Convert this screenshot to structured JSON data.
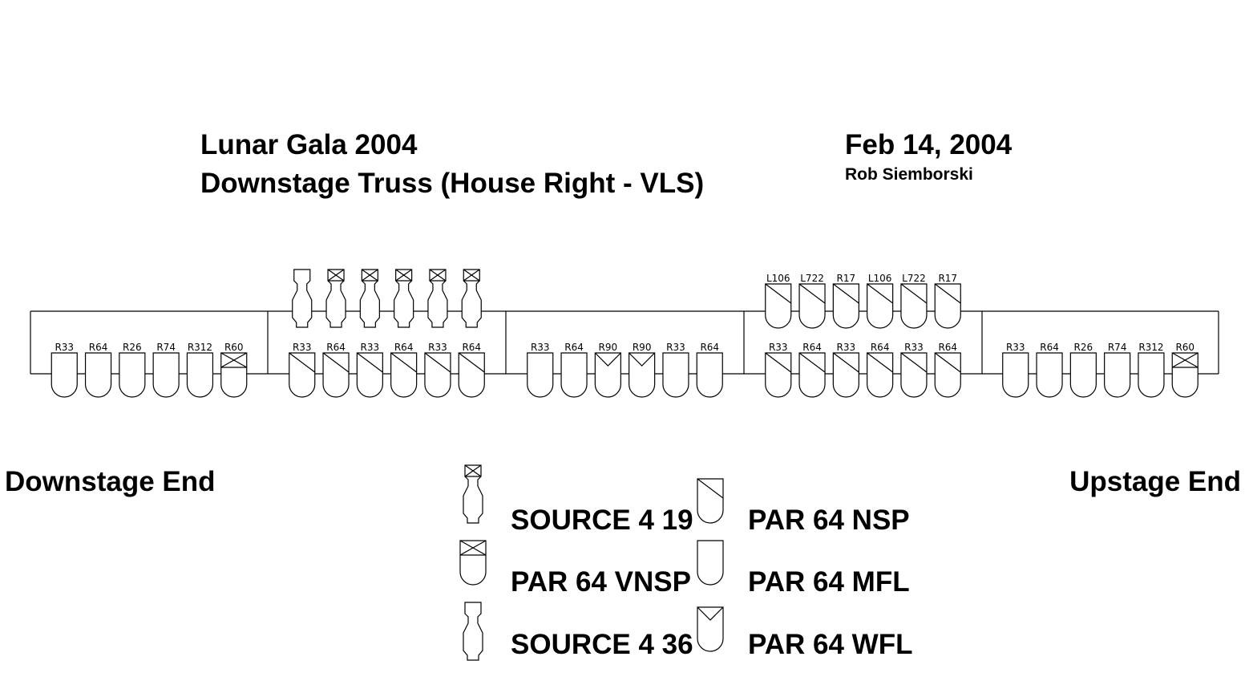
{
  "header": {
    "title_line1": "Lunar Gala 2004",
    "title_line2": "Downstage Truss (House Right - VLS)",
    "date": "Feb 14, 2004",
    "author": "Rob Siemborski"
  },
  "ends": {
    "downstage": "Downstage End",
    "upstage": "Upstage End"
  },
  "truss": {
    "sections": [
      {
        "upper": [],
        "lower": [
          {
            "type": "mfl",
            "gel": "R33"
          },
          {
            "type": "mfl",
            "gel": "R64"
          },
          {
            "type": "mfl",
            "gel": "R26"
          },
          {
            "type": "mfl",
            "gel": "R74"
          },
          {
            "type": "mfl",
            "gel": "R312"
          },
          {
            "type": "vnsp",
            "gel": "R60"
          }
        ]
      },
      {
        "upper": [
          {
            "type": "s4_36",
            "gel": ""
          },
          {
            "type": "s4_19",
            "gel": ""
          },
          {
            "type": "s4_19",
            "gel": ""
          },
          {
            "type": "s4_19",
            "gel": ""
          },
          {
            "type": "s4_19",
            "gel": ""
          },
          {
            "type": "s4_19",
            "gel": ""
          }
        ],
        "lower": [
          {
            "type": "nsp",
            "gel": "R33"
          },
          {
            "type": "nsp",
            "gel": "R64"
          },
          {
            "type": "nsp",
            "gel": "R33"
          },
          {
            "type": "nsp",
            "gel": "R64"
          },
          {
            "type": "nsp",
            "gel": "R33"
          },
          {
            "type": "nsp",
            "gel": "R64"
          }
        ]
      },
      {
        "upper": [],
        "lower": [
          {
            "type": "mfl",
            "gel": "R33"
          },
          {
            "type": "mfl",
            "gel": "R64"
          },
          {
            "type": "wfl",
            "gel": "R90"
          },
          {
            "type": "wfl",
            "gel": "R90"
          },
          {
            "type": "mfl",
            "gel": "R33"
          },
          {
            "type": "mfl",
            "gel": "R64"
          }
        ]
      },
      {
        "upper": [
          {
            "type": "nsp",
            "gel": "L106"
          },
          {
            "type": "nsp",
            "gel": "L722"
          },
          {
            "type": "nsp",
            "gel": "R17"
          },
          {
            "type": "nsp",
            "gel": "L106"
          },
          {
            "type": "nsp",
            "gel": "L722"
          },
          {
            "type": "nsp",
            "gel": "R17"
          }
        ],
        "lower": [
          {
            "type": "nsp",
            "gel": "R33"
          },
          {
            "type": "nsp",
            "gel": "R64"
          },
          {
            "type": "nsp",
            "gel": "R33"
          },
          {
            "type": "nsp",
            "gel": "R64"
          },
          {
            "type": "nsp",
            "gel": "R33"
          },
          {
            "type": "nsp",
            "gel": "R64"
          }
        ]
      },
      {
        "upper": [],
        "lower": [
          {
            "type": "mfl",
            "gel": "R33"
          },
          {
            "type": "mfl",
            "gel": "R64"
          },
          {
            "type": "mfl",
            "gel": "R26"
          },
          {
            "type": "mfl",
            "gel": "R74"
          },
          {
            "type": "mfl",
            "gel": "R312"
          },
          {
            "type": "vnsp",
            "gel": "R60"
          }
        ]
      }
    ]
  },
  "legend": [
    {
      "type": "s4_19",
      "label": "SOURCE 4 19"
    },
    {
      "type": "vnsp",
      "label": "PAR 64 VNSP"
    },
    {
      "type": "s4_36",
      "label": "SOURCE 4 36"
    },
    {
      "type": "nsp",
      "label": "PAR 64 NSP"
    },
    {
      "type": "mfl",
      "label": "PAR 64 MFL"
    },
    {
      "type": "wfl",
      "label": "PAR 64 WFL"
    }
  ]
}
